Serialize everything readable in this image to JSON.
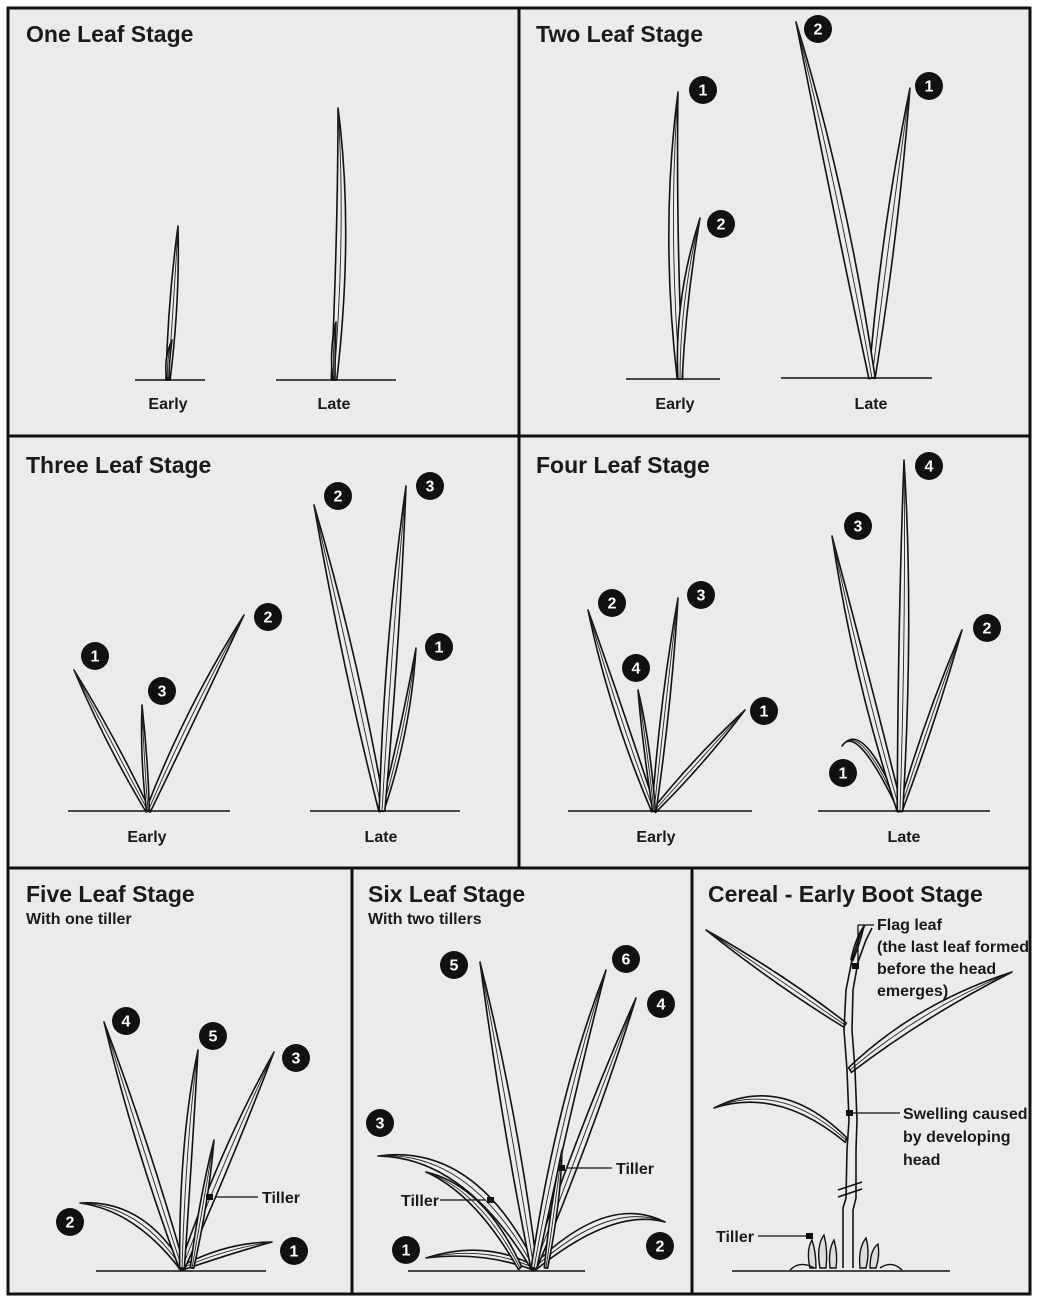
{
  "panels": {
    "one_leaf": {
      "title": "One Leaf Stage",
      "early": "Early",
      "late": "Late"
    },
    "two_leaf": {
      "title": "Two Leaf Stage",
      "early": "Early",
      "late": "Late"
    },
    "three_leaf": {
      "title": "Three Leaf Stage",
      "early": "Early",
      "late": "Late"
    },
    "four_leaf": {
      "title": "Four Leaf Stage",
      "early": "Early",
      "late": "Late"
    },
    "five_leaf": {
      "title": "Five Leaf Stage",
      "subtitle": "With one tiller",
      "tiller": "Tiller"
    },
    "six_leaf": {
      "title": "Six Leaf Stage",
      "subtitle": "With two tillers",
      "tiller": "Tiller"
    },
    "boot": {
      "title": "Cereal - Early Boot Stage",
      "flag_leaf": [
        "Flag leaf",
        "(the last leaf formed",
        "before the head",
        "emerges)"
      ],
      "swelling": [
        "Swelling caused",
        "by developing",
        "head"
      ],
      "tiller": "Tiller"
    }
  },
  "badges": {
    "n1": "1",
    "n2": "2",
    "n3": "3",
    "n4": "4",
    "n5": "5",
    "n6": "6"
  },
  "colors": {
    "ink": "#111111",
    "leaf_fill": "#ececec",
    "panel_bg": "#ebebeb",
    "border": "#111111"
  }
}
